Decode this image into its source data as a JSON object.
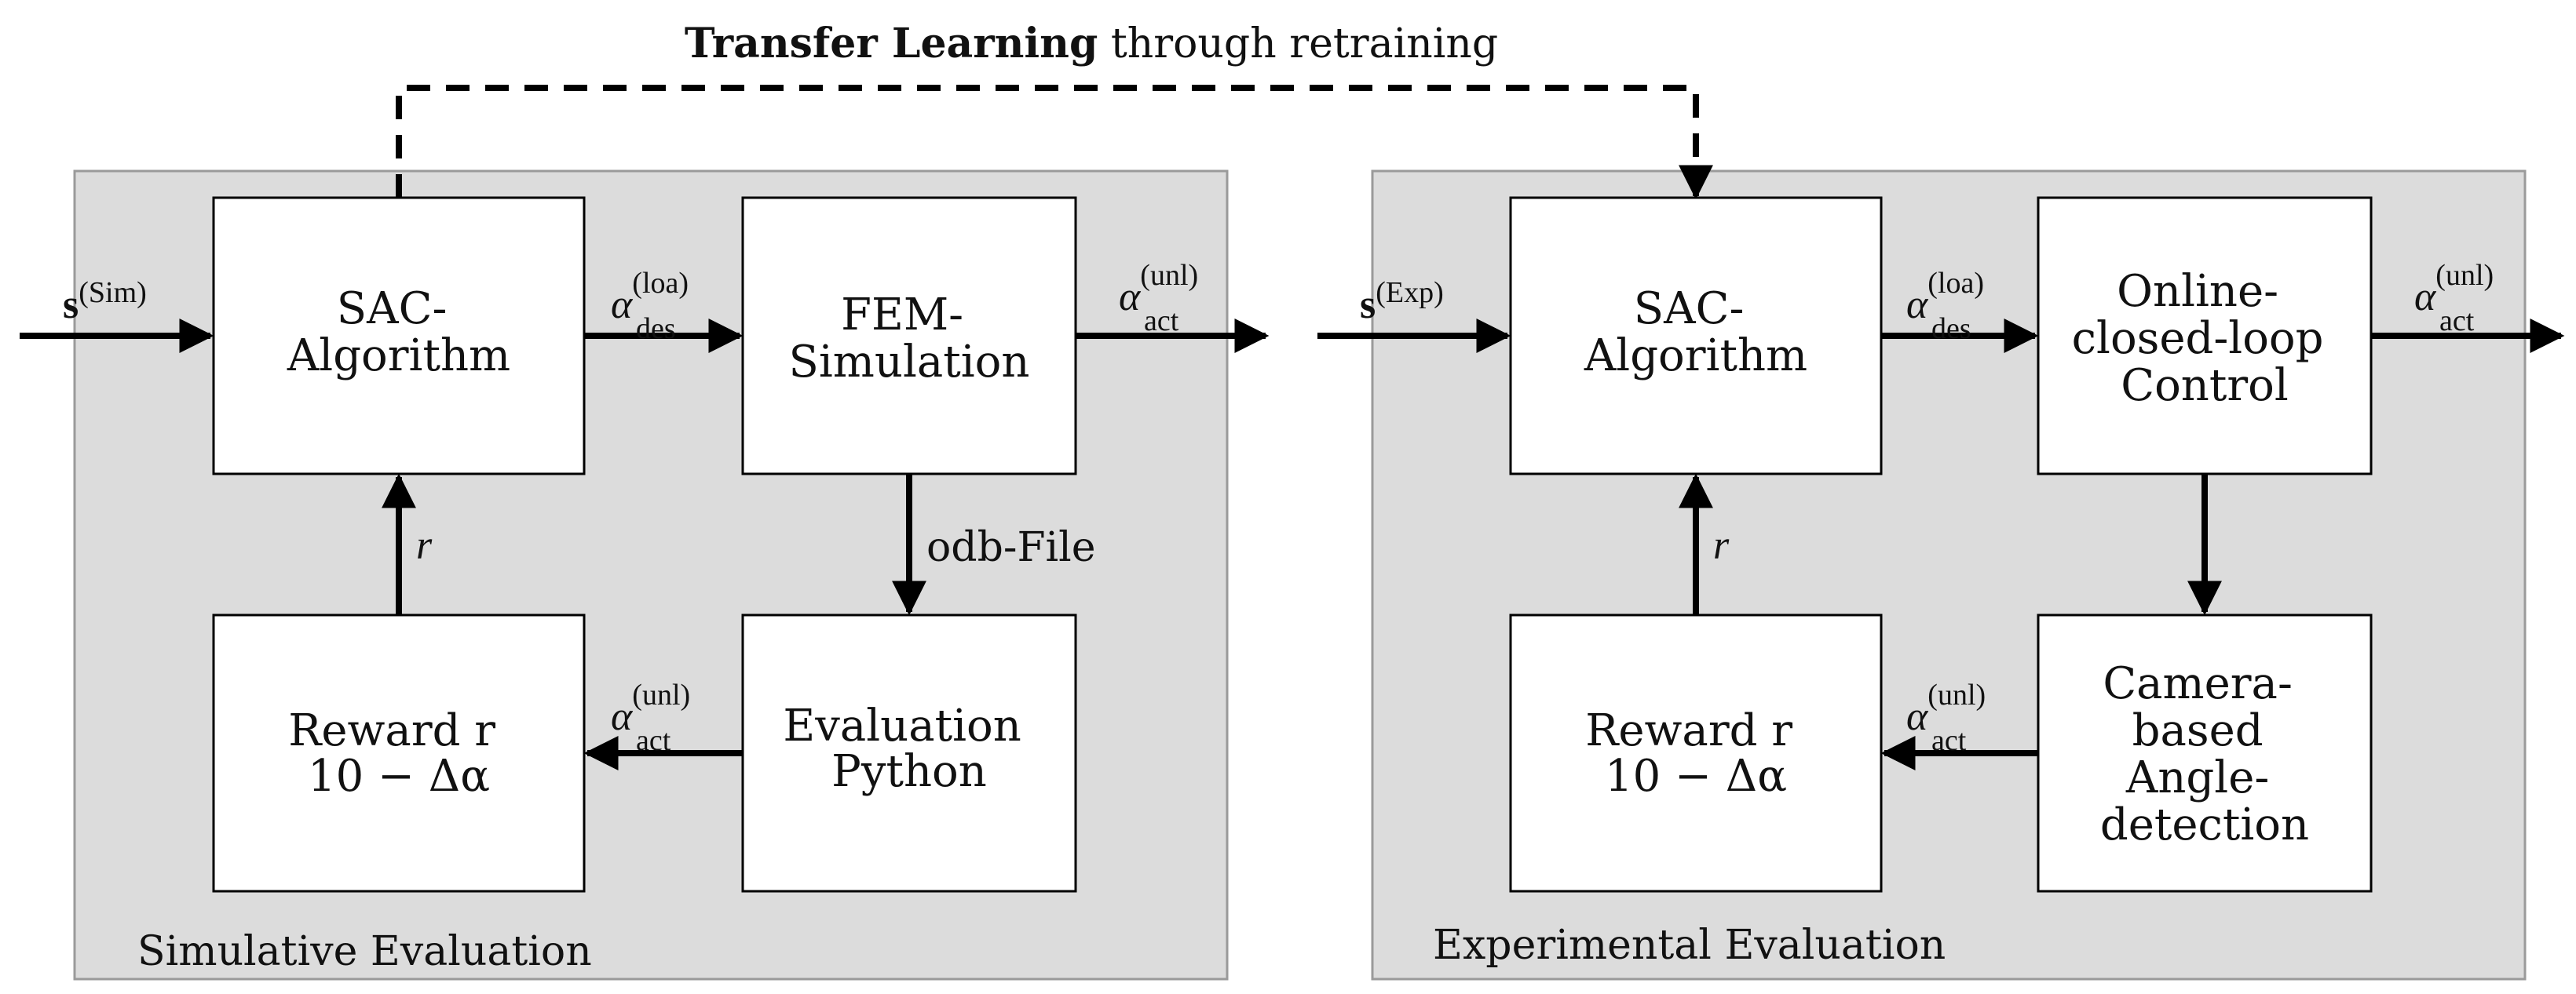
{
  "top": {
    "transfer_bold": "Transfer Learning",
    "transfer_rest": " through retraining"
  },
  "panels": {
    "sim": {
      "label": "Simulative Evaluation"
    },
    "exp": {
      "label": "Experimental Evaluation"
    }
  },
  "boxes": {
    "sim_sac": [
      "SAC-",
      "Algorithm"
    ],
    "sim_fem": [
      "FEM-",
      "Simulation"
    ],
    "sim_reward": [
      "Reward r",
      "10 − Δα"
    ],
    "sim_eval": [
      "Evaluation",
      "Python"
    ],
    "exp_sac": [
      "SAC-",
      "Algorithm"
    ],
    "exp_ctrl": [
      "Online-",
      "closed-loop",
      "Control"
    ],
    "exp_reward": [
      "Reward r",
      "10 − Δα"
    ],
    "exp_cam": [
      "Camera-",
      "based",
      "Angle-",
      "detection"
    ]
  },
  "labels": {
    "s_sim": {
      "base": "s",
      "sup": "(Sim)"
    },
    "s_exp": {
      "base": "s",
      "sup": "(Exp)"
    },
    "alpha_des": {
      "base": "α",
      "sup": "(loa)",
      "sub": "des"
    },
    "alpha_act": {
      "base": "α",
      "sup": "(unl)",
      "sub": "act"
    },
    "r": "r",
    "odb": "odb-File"
  }
}
